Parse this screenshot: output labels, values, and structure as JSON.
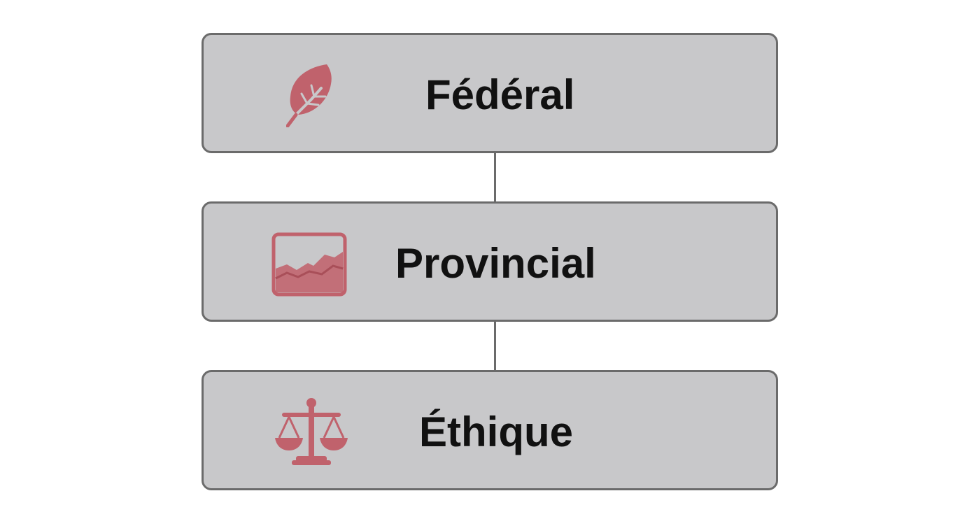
{
  "colors": {
    "box_fill": "#c8c8ca",
    "box_border": "#6b6b6b",
    "icon_accent": "#c0626c",
    "text": "#111111"
  },
  "levels": [
    {
      "label": "Fédéral",
      "icon": "leaf-icon"
    },
    {
      "label": "Provincial",
      "icon": "area-chart-icon"
    },
    {
      "label": "Éthique",
      "icon": "scales-icon"
    }
  ]
}
